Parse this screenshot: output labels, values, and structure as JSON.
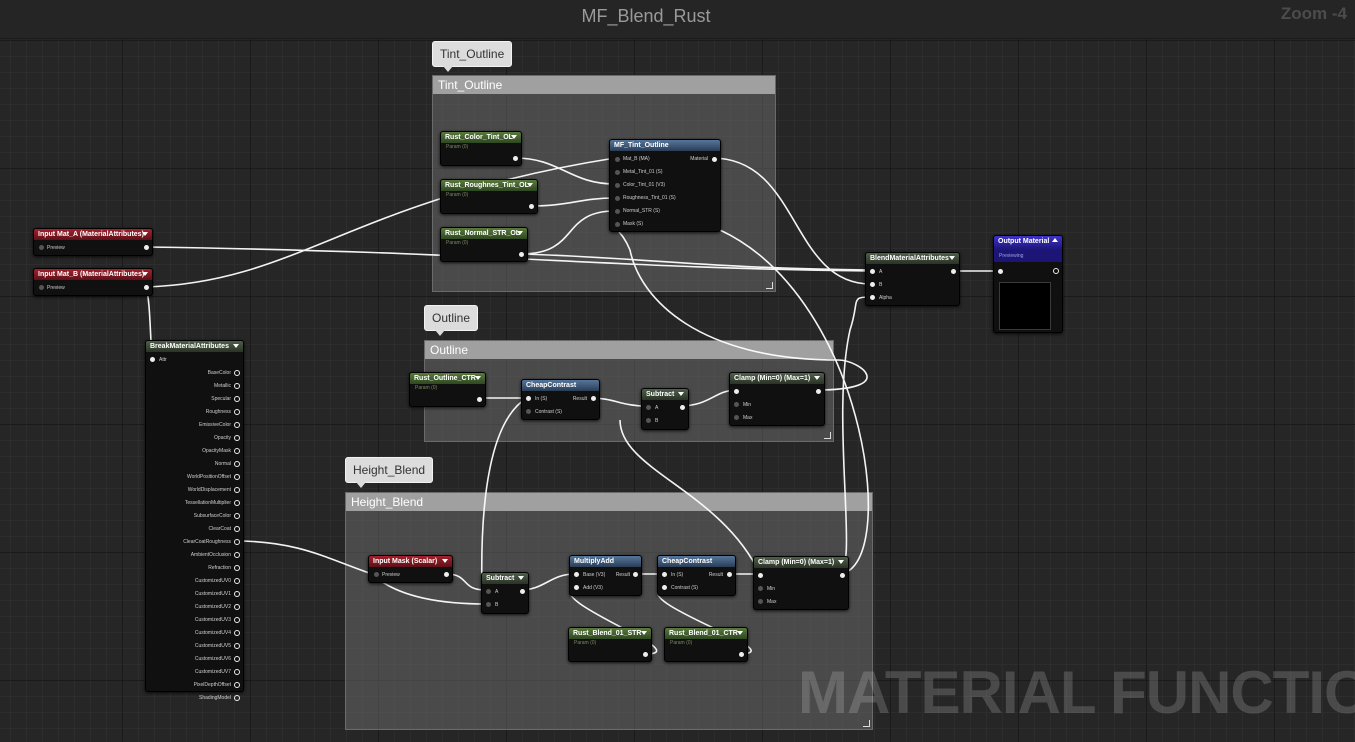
{
  "window": {
    "title": "MF_Blend_Rust",
    "zoom": "Zoom -4"
  },
  "watermark": "MATERIAL FUNCTION",
  "comments": {
    "tint_outline": "Tint_Outline",
    "outline": "Outline",
    "height_blend": "Height_Blend"
  },
  "colors": {
    "param_header": "#4a6b33",
    "input_header": "#8c1c27",
    "function_header": "#3e5879",
    "output_header": "#2f27a8",
    "wire": "#ffffff"
  },
  "nodes": {
    "input_mat_a": {
      "title": "Input Mat_A (MaterialAttributes)",
      "pin": "Preview"
    },
    "input_mat_b": {
      "title": "Input Mat_B (MaterialAttributes)",
      "pin": "Preview"
    },
    "rust_color_tint": {
      "title": "Rust_Color_Tint_OL",
      "sub": "Param (0)"
    },
    "rust_roughness_tint": {
      "title": "Rust_Roughnes_Tint_OL",
      "sub": "Param (0)"
    },
    "rust_normal_str": {
      "title": "Rust_Normal_STR_OL",
      "sub": "Param (0)"
    },
    "mf_tint_outline": {
      "title": "MF_Tint_Outline",
      "inputs": [
        "Mat_B (MA)",
        "Metal_Tint_01 (S)",
        "Color_Tint_01 (V3)",
        "Roughness_Tint_01 (S)",
        "Normal_STR (S)",
        "Mask (S)"
      ],
      "output": "Material"
    },
    "blend_attrs": {
      "title": "BlendMaterialAttributes",
      "inputs": [
        "A",
        "B",
        "Alpha"
      ]
    },
    "output_material": {
      "title": "Output Material",
      "sub": "Previewing"
    },
    "break_attrs": {
      "title": "BreakMaterialAttributes",
      "input": "Attr",
      "outputs": [
        "BaseColor",
        "Metallic",
        "Specular",
        "Roughness",
        "EmissiveColor",
        "Opacity",
        "OpacityMask",
        "Normal",
        "WorldPositionOffset",
        "WorldDisplacement",
        "TessellationMultiplier",
        "SubsurfaceColor",
        "ClearCoat",
        "ClearCoatRoughness",
        "AmbientOcclusion",
        "Refraction",
        "CustomizedUV0",
        "CustomizedUV1",
        "CustomizedUV2",
        "CustomizedUV3",
        "CustomizedUV4",
        "CustomizedUV5",
        "CustomizedUV6",
        "CustomizedUV7",
        "PixelDepthOffset",
        "ShadingModel"
      ]
    },
    "rust_outline_ctr": {
      "title": "Rust_Outline_CTR",
      "sub": "Param (0)"
    },
    "cheap_contrast_1": {
      "title": "CheapContrast",
      "inputs": [
        "In (S)",
        "Contrast (S)"
      ],
      "output": "Result"
    },
    "subtract_1": {
      "title": "Subtract",
      "inputs": [
        "A",
        "B"
      ]
    },
    "clamp_1": {
      "title": "Clamp (Min=0) (Max=1)",
      "inputs": [
        "",
        "Min",
        "Max"
      ]
    },
    "input_mask": {
      "title": "Input Mask (Scalar)",
      "pin": "Preview"
    },
    "subtract_2": {
      "title": "Subtract",
      "inputs": [
        "A",
        "B"
      ]
    },
    "multiply_add": {
      "title": "MultiplyAdd",
      "inputs": [
        "Base (V3)",
        "Add (V3)"
      ],
      "output": "Result"
    },
    "cheap_contrast_2": {
      "title": "CheapContrast",
      "inputs": [
        "In (S)",
        "Contrast (S)"
      ],
      "output": "Result"
    },
    "clamp_2": {
      "title": "Clamp (Min=0) (Max=1)",
      "inputs": [
        "",
        "Min",
        "Max"
      ]
    },
    "rust_blend_str": {
      "title": "Rust_Blend_01_STR",
      "sub": "Param (0)"
    },
    "rust_blend_ctr": {
      "title": "Rust_Blend_01_CTR",
      "sub": "Param (0)"
    }
  }
}
